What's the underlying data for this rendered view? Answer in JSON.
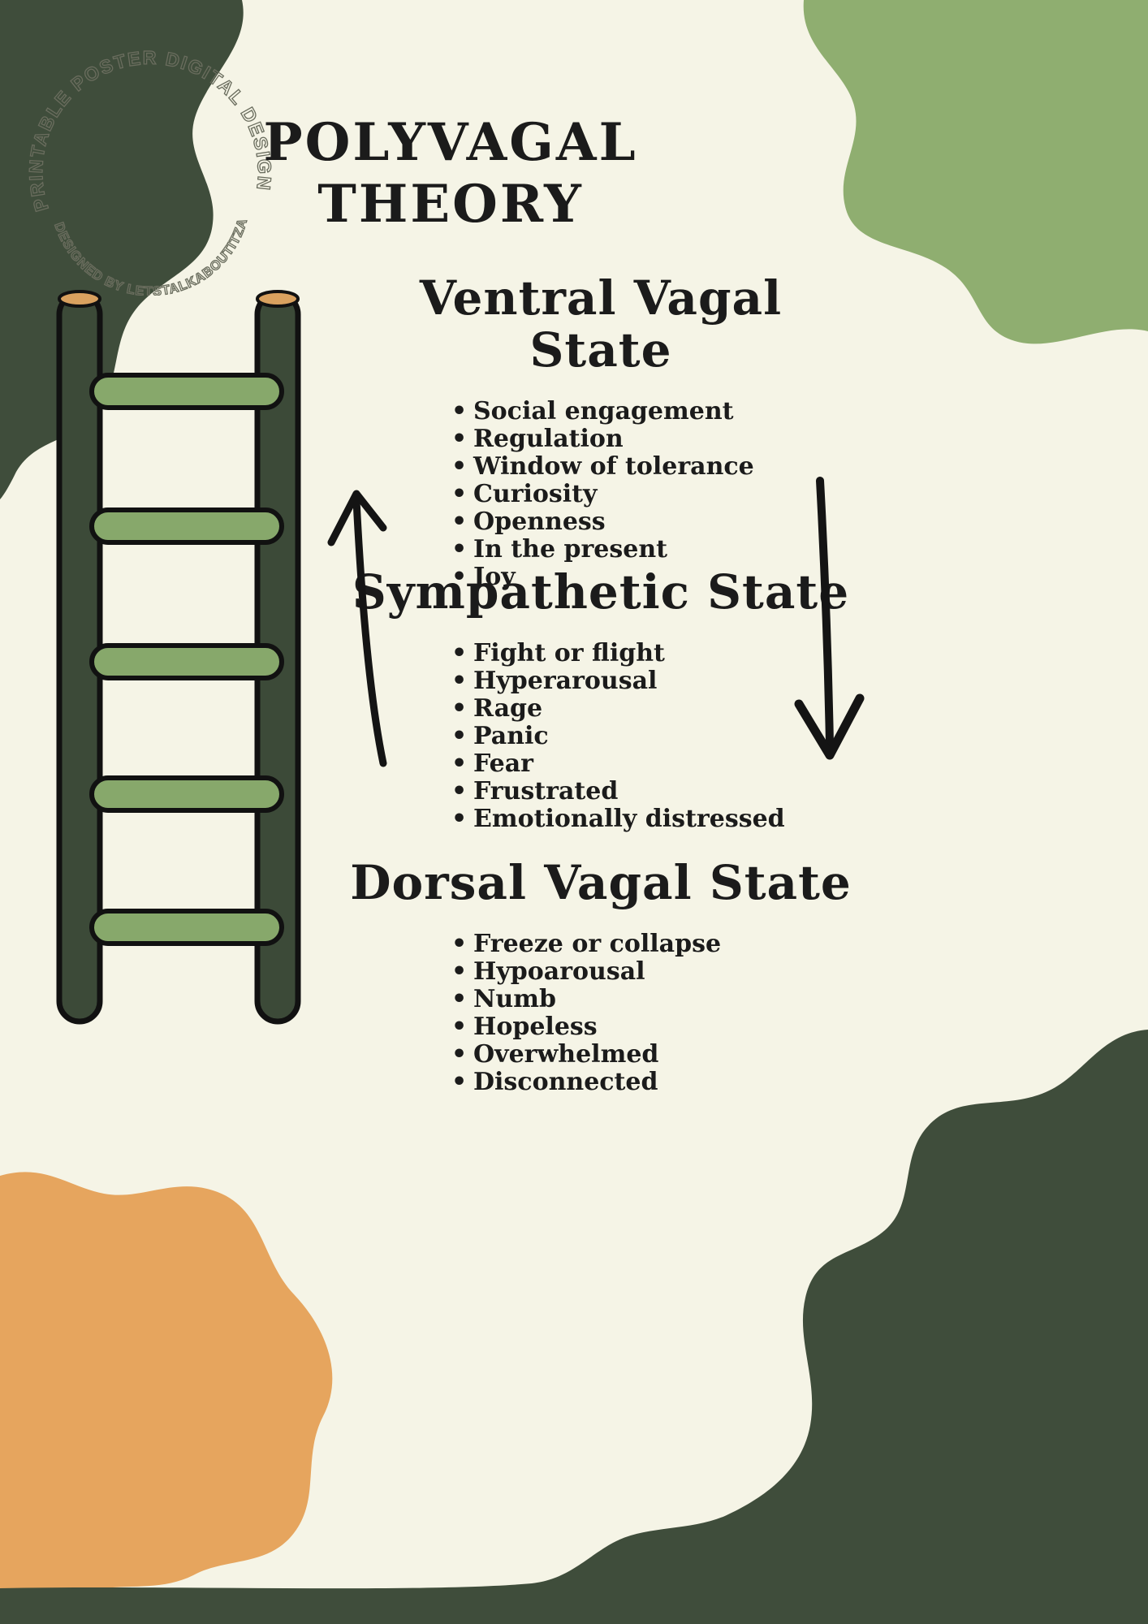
{
  "badge": {
    "arc_top": "PRINTABLE POSTER DIGITAL DESIGN",
    "arc_bottom": "DESIGNED BY LETSTALKABOUTITZA"
  },
  "title": "POLYVAGAL THEORY",
  "sections": [
    {
      "heading": "Ventral Vagal State",
      "items": [
        "Social engagement",
        "Regulation",
        "Window of tolerance",
        "Curiosity",
        "Openness",
        "In the present",
        "Joy"
      ]
    },
    {
      "heading": "Sympathetic State",
      "items": [
        "Fight or flight",
        "Hyperarousal",
        "Rage",
        "Panic",
        "Fear",
        "Frustrated",
        "Emotionally distressed"
      ]
    },
    {
      "heading": "Dorsal Vagal State",
      "items": [
        "Freeze or collapse",
        "Hypoarousal",
        "Numb",
        "Hopeless",
        "Overwhelmed",
        "Disconnected"
      ]
    }
  ],
  "icons": {
    "ladder": "ladder-illustration",
    "arrow_up": "up-arrow-icon",
    "arrow_down": "down-arrow-icon"
  },
  "colors": {
    "background": "#f5f4e6",
    "dark_green": "#3f4d3b",
    "sage_green": "#8fae70",
    "orange": "#e6a55e",
    "ladder_rail": "#3c4a38",
    "ladder_rung": "#87a86b",
    "ladder_pole_top": "#d9a15f",
    "text": "#1b1b1b"
  }
}
